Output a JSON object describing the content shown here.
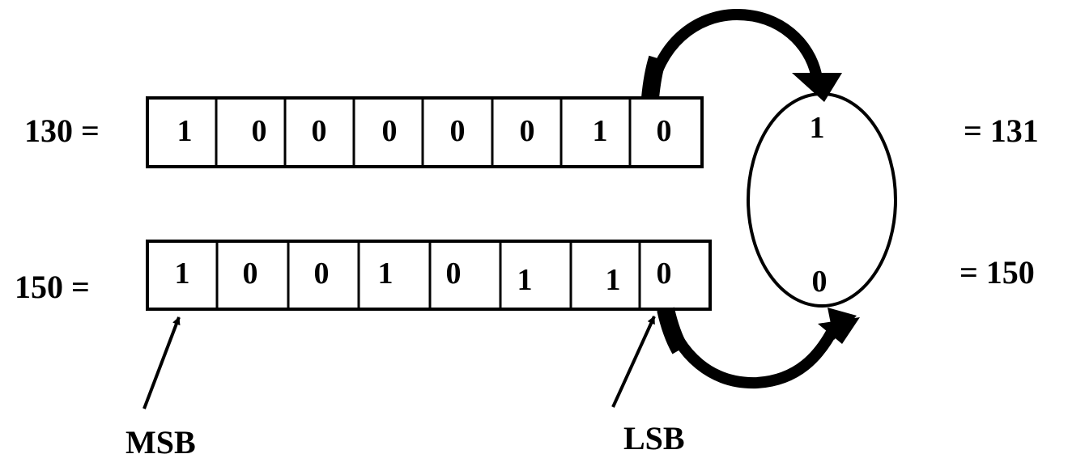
{
  "row1": {
    "label": "130 =",
    "bits": [
      "1",
      "0",
      "0",
      "0",
      "0",
      "0",
      "1",
      "0"
    ],
    "result": "= 131"
  },
  "row2": {
    "label": "150 =",
    "bits": [
      "1",
      "0",
      "0",
      "1",
      "0",
      "1",
      "1",
      "0"
    ],
    "result": "= 150"
  },
  "ellipse": {
    "top_value": "1",
    "bottom_value": "0"
  },
  "annotations": {
    "msb": "MSB",
    "lsb": "LSB"
  }
}
